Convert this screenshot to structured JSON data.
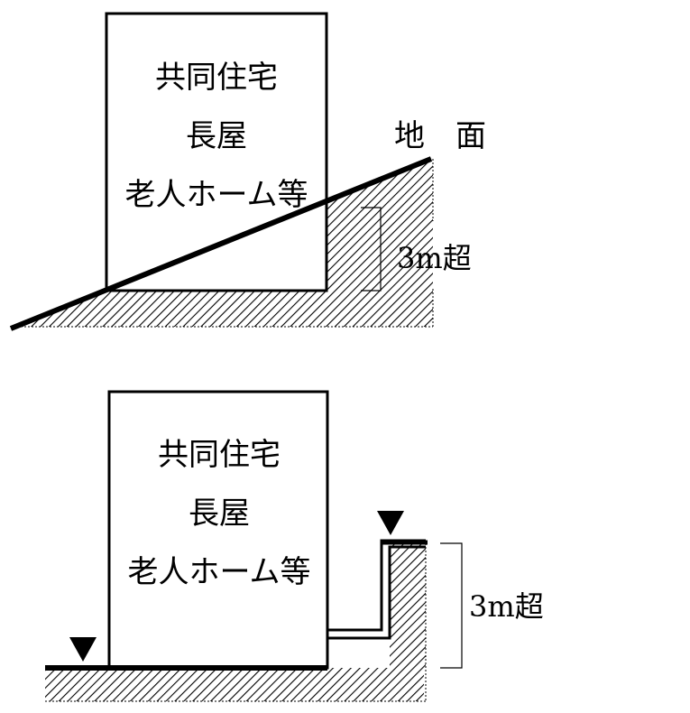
{
  "colors": {
    "ink": "#000000",
    "paper": "#ffffff"
  },
  "diagram_top": {
    "building_label_line1": "共同住宅",
    "building_label_line2": "長屋",
    "building_label_line3": "老人ホーム等",
    "ground_label": "地　面",
    "height_label": "3m超"
  },
  "diagram_bottom": {
    "building_label_line1": "共同住宅",
    "building_label_line2": "長屋",
    "building_label_line3": "老人ホーム等",
    "height_label": "3m超",
    "ground_marker_icon": "down-triangle-icon"
  }
}
